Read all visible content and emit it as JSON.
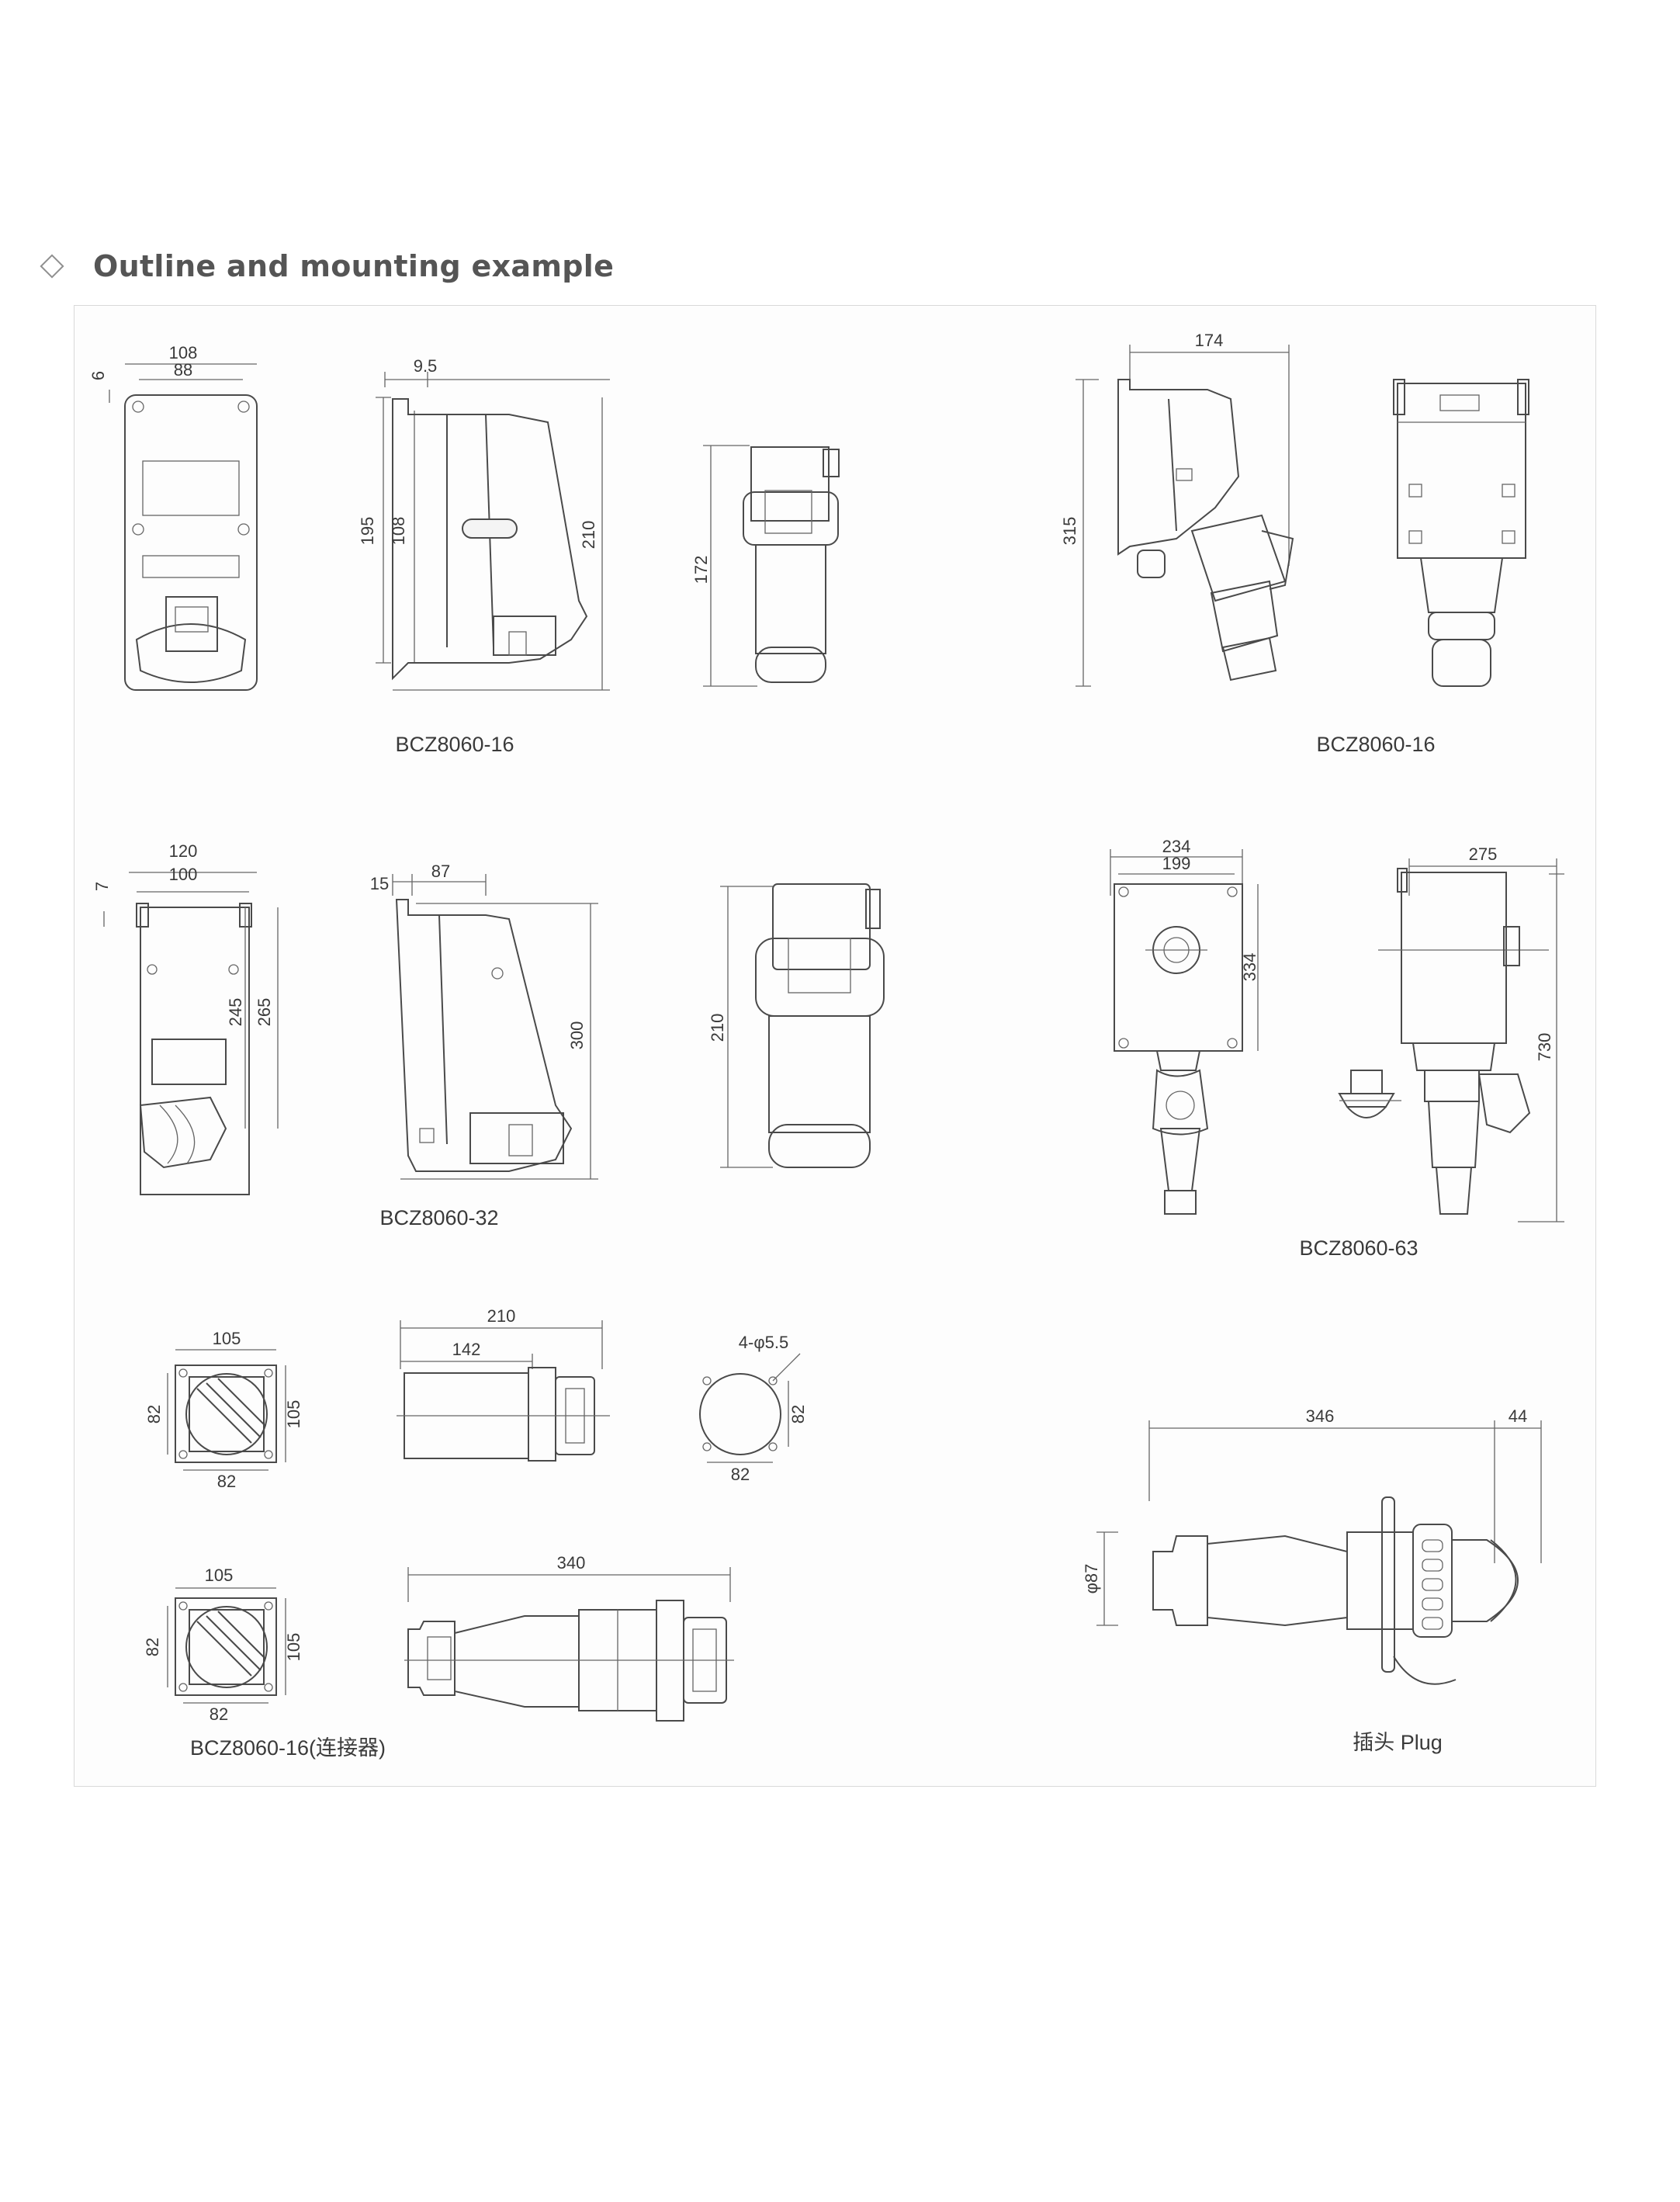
{
  "heading": {
    "text": "Outline and mounting example"
  },
  "captions": {
    "c1": "BCZ8060-16",
    "c2": "BCZ8060-16",
    "c3": "BCZ8060-32",
    "c4": "BCZ8060-63",
    "c5": "BCZ8060-16(连接器)",
    "c6": "插头 Plug"
  },
  "dims": {
    "a1": "108",
    "a2": "88",
    "a3": "6",
    "b1": "9.5",
    "b2": "195",
    "b3": "108",
    "b4": "210",
    "c1": "172",
    "d1": "174",
    "d2": "315",
    "e1": "120",
    "e2": "100",
    "e3": "7",
    "e4": "245",
    "e5": "265",
    "f1": "15",
    "f2": "87",
    "f3": "300",
    "g1": "210",
    "h1": "234",
    "h2": "199",
    "h3": "334",
    "i1": "275",
    "i2": "730",
    "j1": "105",
    "j2": "82",
    "j3": "105",
    "j4": "82",
    "k1": "210",
    "k2": "142",
    "l1": "4-φ5.5",
    "l2": "82",
    "l3": "82",
    "m1": "105",
    "m2": "82",
    "m3": "105",
    "m4": "82",
    "n1": "340",
    "o1": "346",
    "o2": "44",
    "o3": "φ87"
  }
}
